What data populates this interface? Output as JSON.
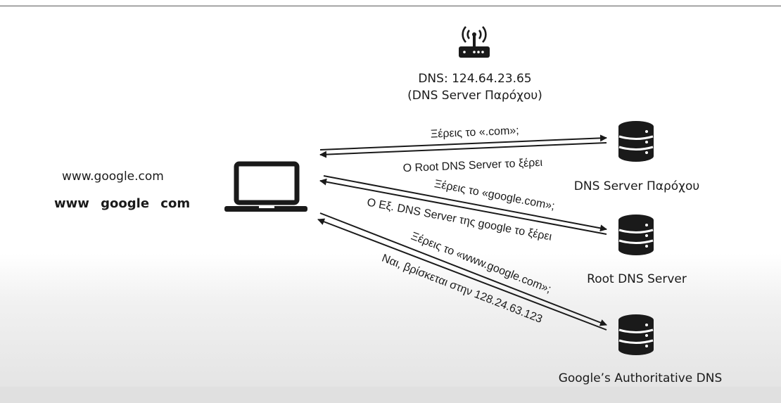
{
  "isp_dns": {
    "line1": "DNS: 124.64.23.65",
    "line2": "(DNS Server Παρόχου)"
  },
  "client": {
    "url": "www.google.com",
    "url_split": "www google com"
  },
  "servers": [
    {
      "name": "DNS Server Παρόχου"
    },
    {
      "name": "Root DNS Server"
    },
    {
      "name": "Google’s Authoritative DNS"
    }
  ],
  "messages": [
    {
      "text": "Ξέρεις το «.com»;"
    },
    {
      "text": "Ο Root DNS Server το ξέρει"
    },
    {
      "text": "Ξέρεις το «google.com»;"
    },
    {
      "text": "Ο Εξ. DNS Server της google το ξέρει"
    },
    {
      "text": "Ξέρεις το «www.google.com»;"
    },
    {
      "text": "Ναι, βρίσκεται στην 128.24.63.123"
    }
  ],
  "colors": {
    "ink": "#1a1a1a",
    "rule": "#5a5a5a"
  },
  "icons": [
    "router-icon",
    "laptop-icon",
    "database-icon"
  ]
}
